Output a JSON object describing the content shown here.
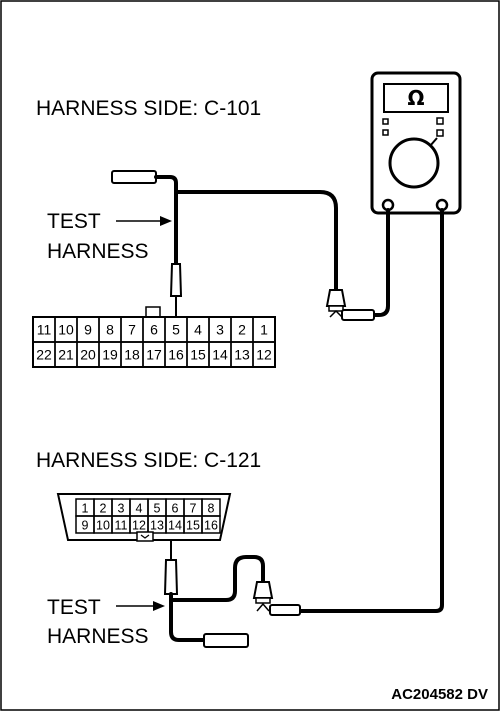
{
  "labels": {
    "harness_side_1": "HARNESS SIDE: C-101",
    "harness_side_2": "HARNESS SIDE: C-121",
    "test_harness_1_line1": "TEST",
    "test_harness_1_line2": "HARNESS",
    "test_harness_2_line1": "TEST",
    "test_harness_2_line2": "HARNESS",
    "figure_code": "AC204582 DV"
  },
  "meter": {
    "symbol": "Ω"
  },
  "connector_c101": {
    "top_row": [
      "11",
      "10",
      "9",
      "8",
      "7",
      "6",
      "5",
      "4",
      "3",
      "2",
      "1"
    ],
    "bottom_row": [
      "22",
      "21",
      "20",
      "19",
      "18",
      "17",
      "16",
      "15",
      "14",
      "13",
      "12"
    ]
  },
  "connector_c121": {
    "top_row": [
      "1",
      "2",
      "3",
      "4",
      "5",
      "6",
      "7",
      "8"
    ],
    "bottom_row": [
      "9",
      "10",
      "11",
      "12",
      "13",
      "14",
      "15",
      "16"
    ]
  }
}
